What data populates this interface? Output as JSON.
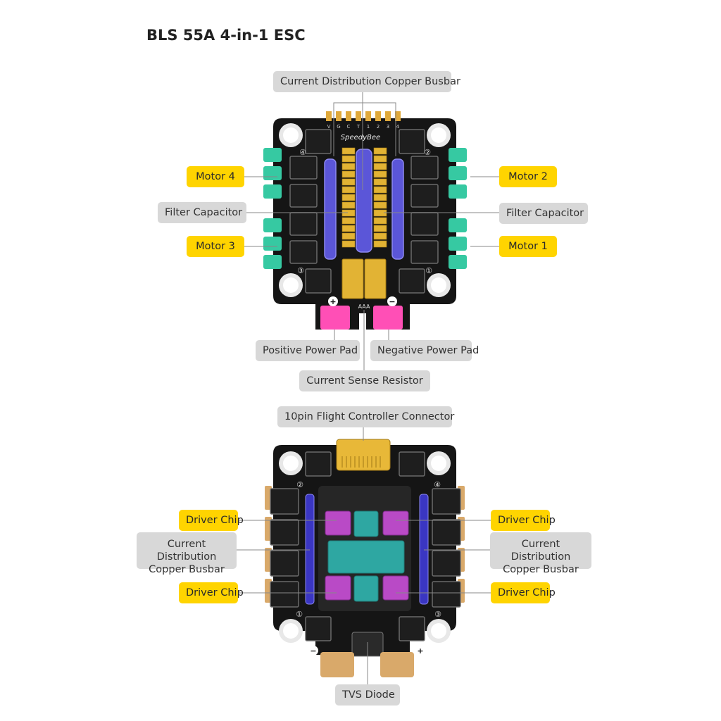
{
  "title": "BLS 55A 4-in-1 ESC",
  "colors": {
    "callout_primary": "#ffd400",
    "callout_secondary": "#d8d8d8",
    "pcb": "#151515",
    "busbar": "#5b56d8",
    "capacitor": "#e2b334",
    "motor_pad": "#36c9a2",
    "power_pad": "#ff4fb6",
    "driver_chip": "#b94ac6",
    "mcu": "#2ea7a2",
    "copper_pad": "#d9a96a"
  },
  "top_board": {
    "pin_labels": [
      "V",
      "G",
      "C",
      "T",
      "1",
      "2",
      "3",
      "4"
    ],
    "brand": "SpeedyBee",
    "corner_numbers": [
      "④",
      "②",
      "③",
      "①"
    ],
    "sense_mark": "AAA",
    "power_symbols": [
      "+",
      "−"
    ],
    "callouts": {
      "busbar": "Current Distribution Copper Busbar",
      "motor4": "Motor 4",
      "motor2": "Motor 2",
      "filter_left": "Filter Capacitor",
      "filter_right": "Filter Capacitor",
      "motor3": "Motor 3",
      "motor1": "Motor 1",
      "pos_pad": "Positive Power Pad",
      "neg_pad": "Negative Power Pad",
      "sense": "Current Sense Resistor"
    }
  },
  "bottom_board": {
    "corner_numbers": [
      "②",
      "④",
      "①",
      "③"
    ],
    "power_symbols": [
      "−",
      "+"
    ],
    "callouts": {
      "connector": "10pin Flight Controller Connector",
      "driver_tl": "Driver Chip",
      "driver_tr": "Driver Chip",
      "busbar_l_1": "Current Distribution",
      "busbar_l_2": "Copper Busbar",
      "busbar_r_1": "Current Distribution",
      "busbar_r_2": "Copper Busbar",
      "driver_bl": "Driver Chip",
      "driver_br": "Driver Chip",
      "tvs": "TVS Diode"
    }
  }
}
